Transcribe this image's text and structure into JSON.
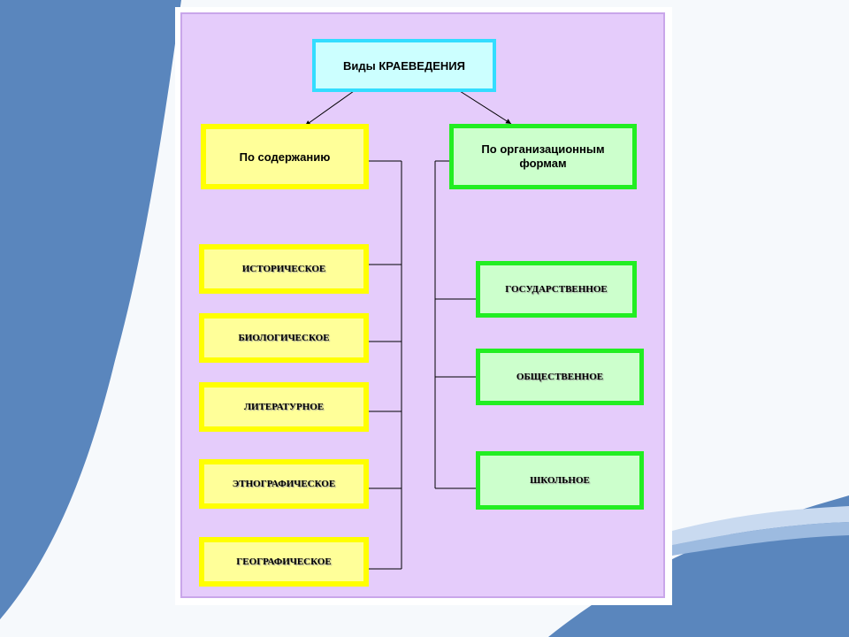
{
  "colors": {
    "slide_background": "#5a86bd",
    "panel_fill": "#e5ccfb",
    "root_fill": "#ccffff",
    "root_border": "#33ddff",
    "yellow_fill": "#ffff99",
    "yellow_border": "#ffff00",
    "green_fill": "#ccffcc",
    "green_border": "#22ee22",
    "connector": "#000000"
  },
  "diagram": {
    "root": "Виды КРАЕВЕДЕНИЯ",
    "left_branch": {
      "title": "По содержанию",
      "items": [
        "ИСТОРИЧЕСКОЕ",
        "БИОЛОГИЧЕСКОЕ",
        "ЛИТЕРАТУРНОЕ",
        "ЭТНОГРАФИЧЕСКОЕ",
        "ГЕОГРАФИЧЕСКОЕ"
      ]
    },
    "right_branch": {
      "title_line1": "По организационным",
      "title_line2": "формам",
      "items": [
        "ГОСУДАРСТВЕННОЕ",
        "ОБЩЕСТВЕННОЕ",
        "ШКОЛЬНОЕ"
      ]
    }
  }
}
